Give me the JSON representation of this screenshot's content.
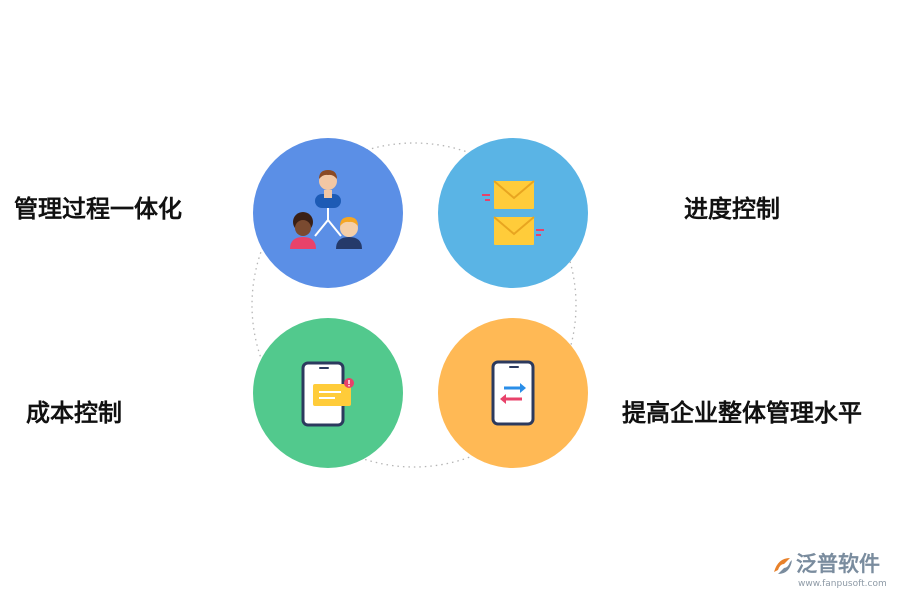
{
  "labels": {
    "top_left": "管理过程一体化",
    "top_right": "进度控制",
    "bottom_left": "成本控制",
    "bottom_right": "提高企业整体管理水平"
  },
  "circles": {
    "top_left": {
      "color": "#5b8fe6",
      "icon": "team-hierarchy-icon"
    },
    "top_right": {
      "color": "#5ab4e5",
      "icon": "envelopes-icon"
    },
    "bottom_left": {
      "color": "#52c98d",
      "icon": "phone-message-icon"
    },
    "bottom_right": {
      "color": "#ffb955",
      "icon": "phone-transfer-icon"
    }
  },
  "ring": {
    "color": "#b5b5b5"
  },
  "logo": {
    "name": "泛普软件",
    "url": "www.fanpusoft.com"
  }
}
